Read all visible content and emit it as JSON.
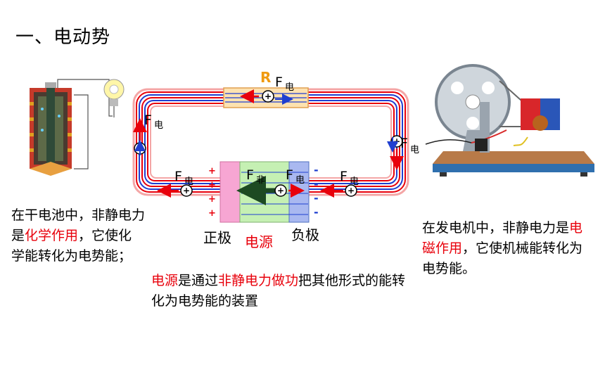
{
  "title": "一、电动势",
  "left_text": {
    "part1": "在干电池中，非静电力是",
    "highlight": "化学作用",
    "part2": "，它使化学能转化为电势能；"
  },
  "right_text": {
    "part1": "在发电机中，非静电力是",
    "highlight": "电磁作用",
    "part2": "，它使机械能转化为电势能。"
  },
  "bottom_text": {
    "h1": "电源",
    "part1": "是通过",
    "h2": "非静电力做功",
    "part2": "把其他形式的能转化为电势能的装置"
  },
  "diagram": {
    "resistor_label": "R",
    "force_F": "F",
    "force_sub_electric": "电",
    "force_sub_nonelectric": "非",
    "positive_pole": "正极",
    "power_source": "电源",
    "negative_pole": "负极",
    "plus_sign": "+",
    "minus_sign": "-",
    "colors": {
      "wire_red": "#e8000b",
      "wire_blue": "#1f3fd0",
      "resistor_fill": "#fde2b0",
      "positive_fill": "#f7a6d3",
      "source_fill": "#c5f0b3",
      "negative_fill": "#a9b8f0",
      "R_color": "#f09a10"
    }
  }
}
